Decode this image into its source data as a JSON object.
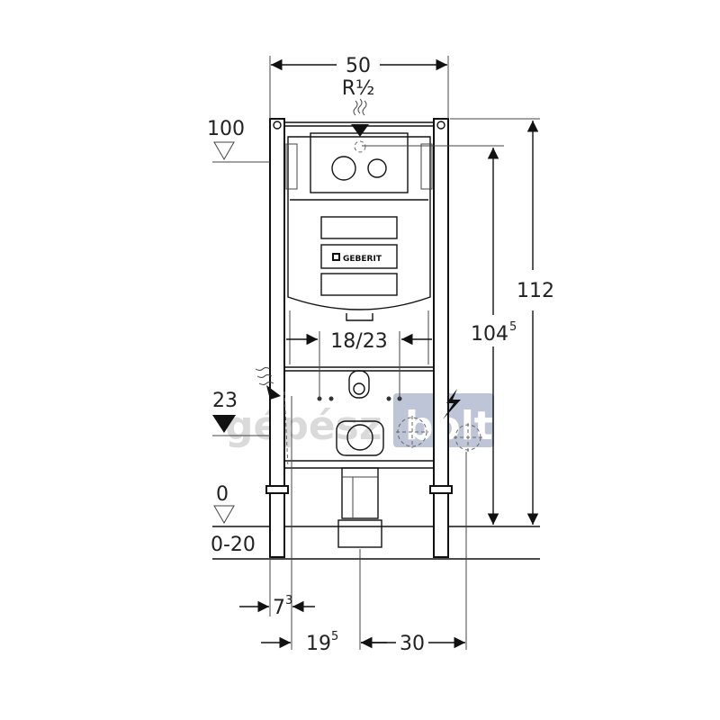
{
  "labels": {
    "width": "50",
    "connection": "R½",
    "height_total": "112",
    "height_inner_main": "104",
    "height_inner_sup": "5",
    "pan_width": "18/23",
    "level_top": "100",
    "level_mid": "23",
    "level_floor": "0",
    "floor_range": "0-20",
    "offset_main": "7",
    "offset_sup": "3",
    "drain_offset_main": "19",
    "drain_offset_sup": "5",
    "drain_distance": "30",
    "brand": "GEBERIT"
  },
  "watermark": {
    "part1": "gépész",
    "part2": "bolt",
    "color_text": "#bdbdbd",
    "color_box": "#8a97b8"
  },
  "icons": [
    "water-supply-icon",
    "electric-icon",
    "level-triangle-icon",
    "arrow-icon",
    "geberit-logo-icon"
  ]
}
